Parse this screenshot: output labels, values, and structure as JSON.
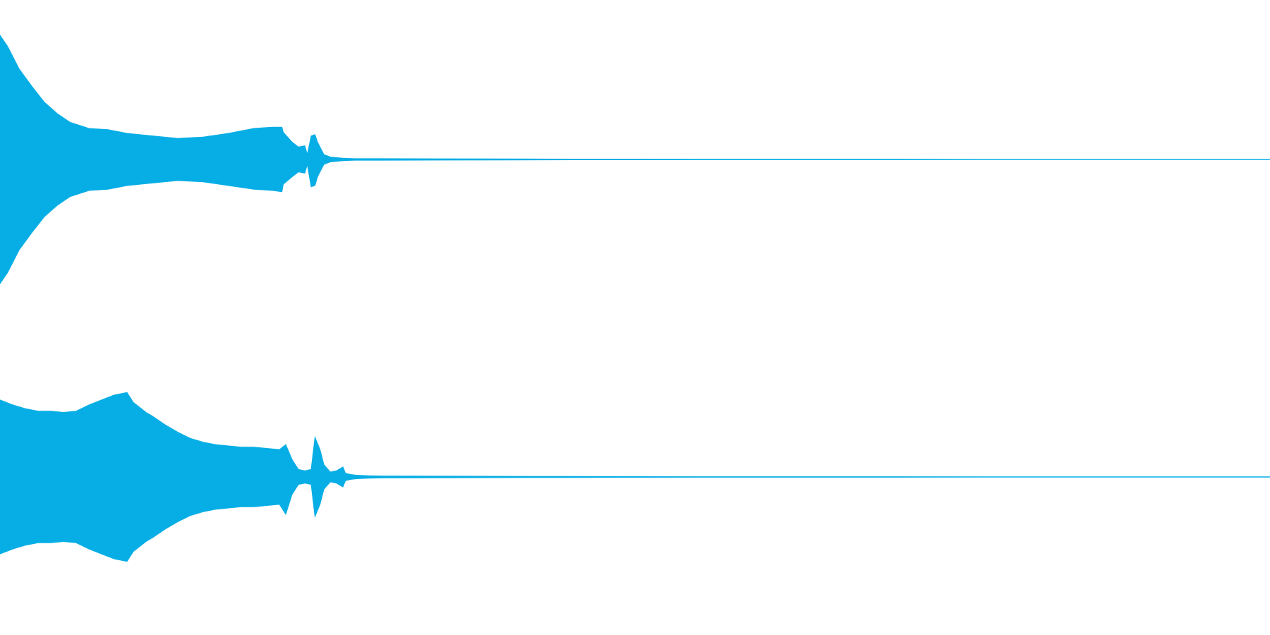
{
  "chart_data": {
    "type": "area",
    "title": "",
    "xlabel": "",
    "ylabel": "",
    "grid": false,
    "legend": "none",
    "color": "#06aee5",
    "xlim": [
      0,
      1
    ],
    "ylim": [
      -1,
      1
    ],
    "channels": [
      {
        "x": [
          0.0,
          0.006,
          0.015,
          0.025,
          0.035,
          0.045,
          0.055,
          0.07,
          0.085,
          0.1,
          0.12,
          0.14,
          0.16,
          0.18,
          0.2,
          0.215,
          0.222,
          0.223,
          0.23,
          0.235,
          0.24,
          0.242,
          0.245,
          0.248,
          0.25,
          0.255,
          0.26,
          0.265,
          0.27,
          0.275,
          0.28,
          0.3,
          0.35,
          0.4,
          0.45,
          0.5,
          0.55,
          1.0
        ],
        "upper": [
          1.0,
          0.91,
          0.73,
          0.59,
          0.46,
          0.37,
          0.3,
          0.25,
          0.24,
          0.21,
          0.19,
          0.17,
          0.18,
          0.21,
          0.25,
          0.26,
          0.26,
          0.22,
          0.14,
          0.1,
          0.11,
          0.04,
          0.19,
          0.2,
          0.14,
          0.04,
          0.02,
          0.015,
          0.01,
          0.008,
          0.006,
          0.006,
          0.005,
          0.004,
          0.003,
          0.003,
          0.002,
          0.001
        ],
        "lower": [
          -1.0,
          -0.91,
          -0.73,
          -0.59,
          -0.46,
          -0.37,
          -0.3,
          -0.25,
          -0.24,
          -0.21,
          -0.19,
          -0.17,
          -0.18,
          -0.21,
          -0.24,
          -0.25,
          -0.26,
          -0.2,
          -0.14,
          -0.1,
          -0.11,
          -0.04,
          -0.22,
          -0.21,
          -0.14,
          -0.04,
          -0.02,
          -0.015,
          -0.01,
          -0.008,
          -0.006,
          -0.006,
          -0.005,
          -0.004,
          -0.003,
          -0.003,
          -0.002,
          -0.001
        ]
      },
      {
        "x": [
          0.0,
          0.01,
          0.02,
          0.03,
          0.04,
          0.05,
          0.06,
          0.07,
          0.08,
          0.09,
          0.1,
          0.105,
          0.11,
          0.115,
          0.12,
          0.13,
          0.14,
          0.15,
          0.16,
          0.17,
          0.18,
          0.19,
          0.2,
          0.21,
          0.22,
          0.225,
          0.23,
          0.235,
          0.24,
          0.245,
          0.248,
          0.252,
          0.255,
          0.26,
          0.265,
          0.27,
          0.272,
          0.276,
          0.28,
          0.29,
          0.3,
          0.35,
          0.4,
          0.45,
          0.5,
          0.55,
          1.0
        ],
        "upper": [
          0.62,
          0.58,
          0.55,
          0.53,
          0.53,
          0.52,
          0.53,
          0.58,
          0.62,
          0.66,
          0.68,
          0.6,
          0.56,
          0.52,
          0.49,
          0.42,
          0.36,
          0.31,
          0.28,
          0.26,
          0.25,
          0.24,
          0.24,
          0.23,
          0.22,
          0.26,
          0.14,
          0.06,
          0.05,
          0.06,
          0.32,
          0.22,
          0.1,
          0.04,
          0.05,
          0.08,
          0.03,
          0.02,
          0.015,
          0.01,
          0.008,
          0.006,
          0.005,
          0.004,
          0.003,
          0.002,
          0.001
        ],
        "lower": [
          -0.62,
          -0.58,
          -0.55,
          -0.53,
          -0.53,
          -0.52,
          -0.53,
          -0.58,
          -0.62,
          -0.66,
          -0.68,
          -0.6,
          -0.56,
          -0.52,
          -0.49,
          -0.42,
          -0.36,
          -0.31,
          -0.28,
          -0.26,
          -0.25,
          -0.24,
          -0.24,
          -0.23,
          -0.22,
          -0.3,
          -0.14,
          -0.06,
          -0.05,
          -0.06,
          -0.32,
          -0.22,
          -0.1,
          -0.04,
          -0.05,
          -0.08,
          -0.03,
          -0.02,
          -0.015,
          -0.01,
          -0.008,
          -0.006,
          -0.005,
          -0.004,
          -0.003,
          -0.002,
          -0.001
        ]
      }
    ]
  }
}
